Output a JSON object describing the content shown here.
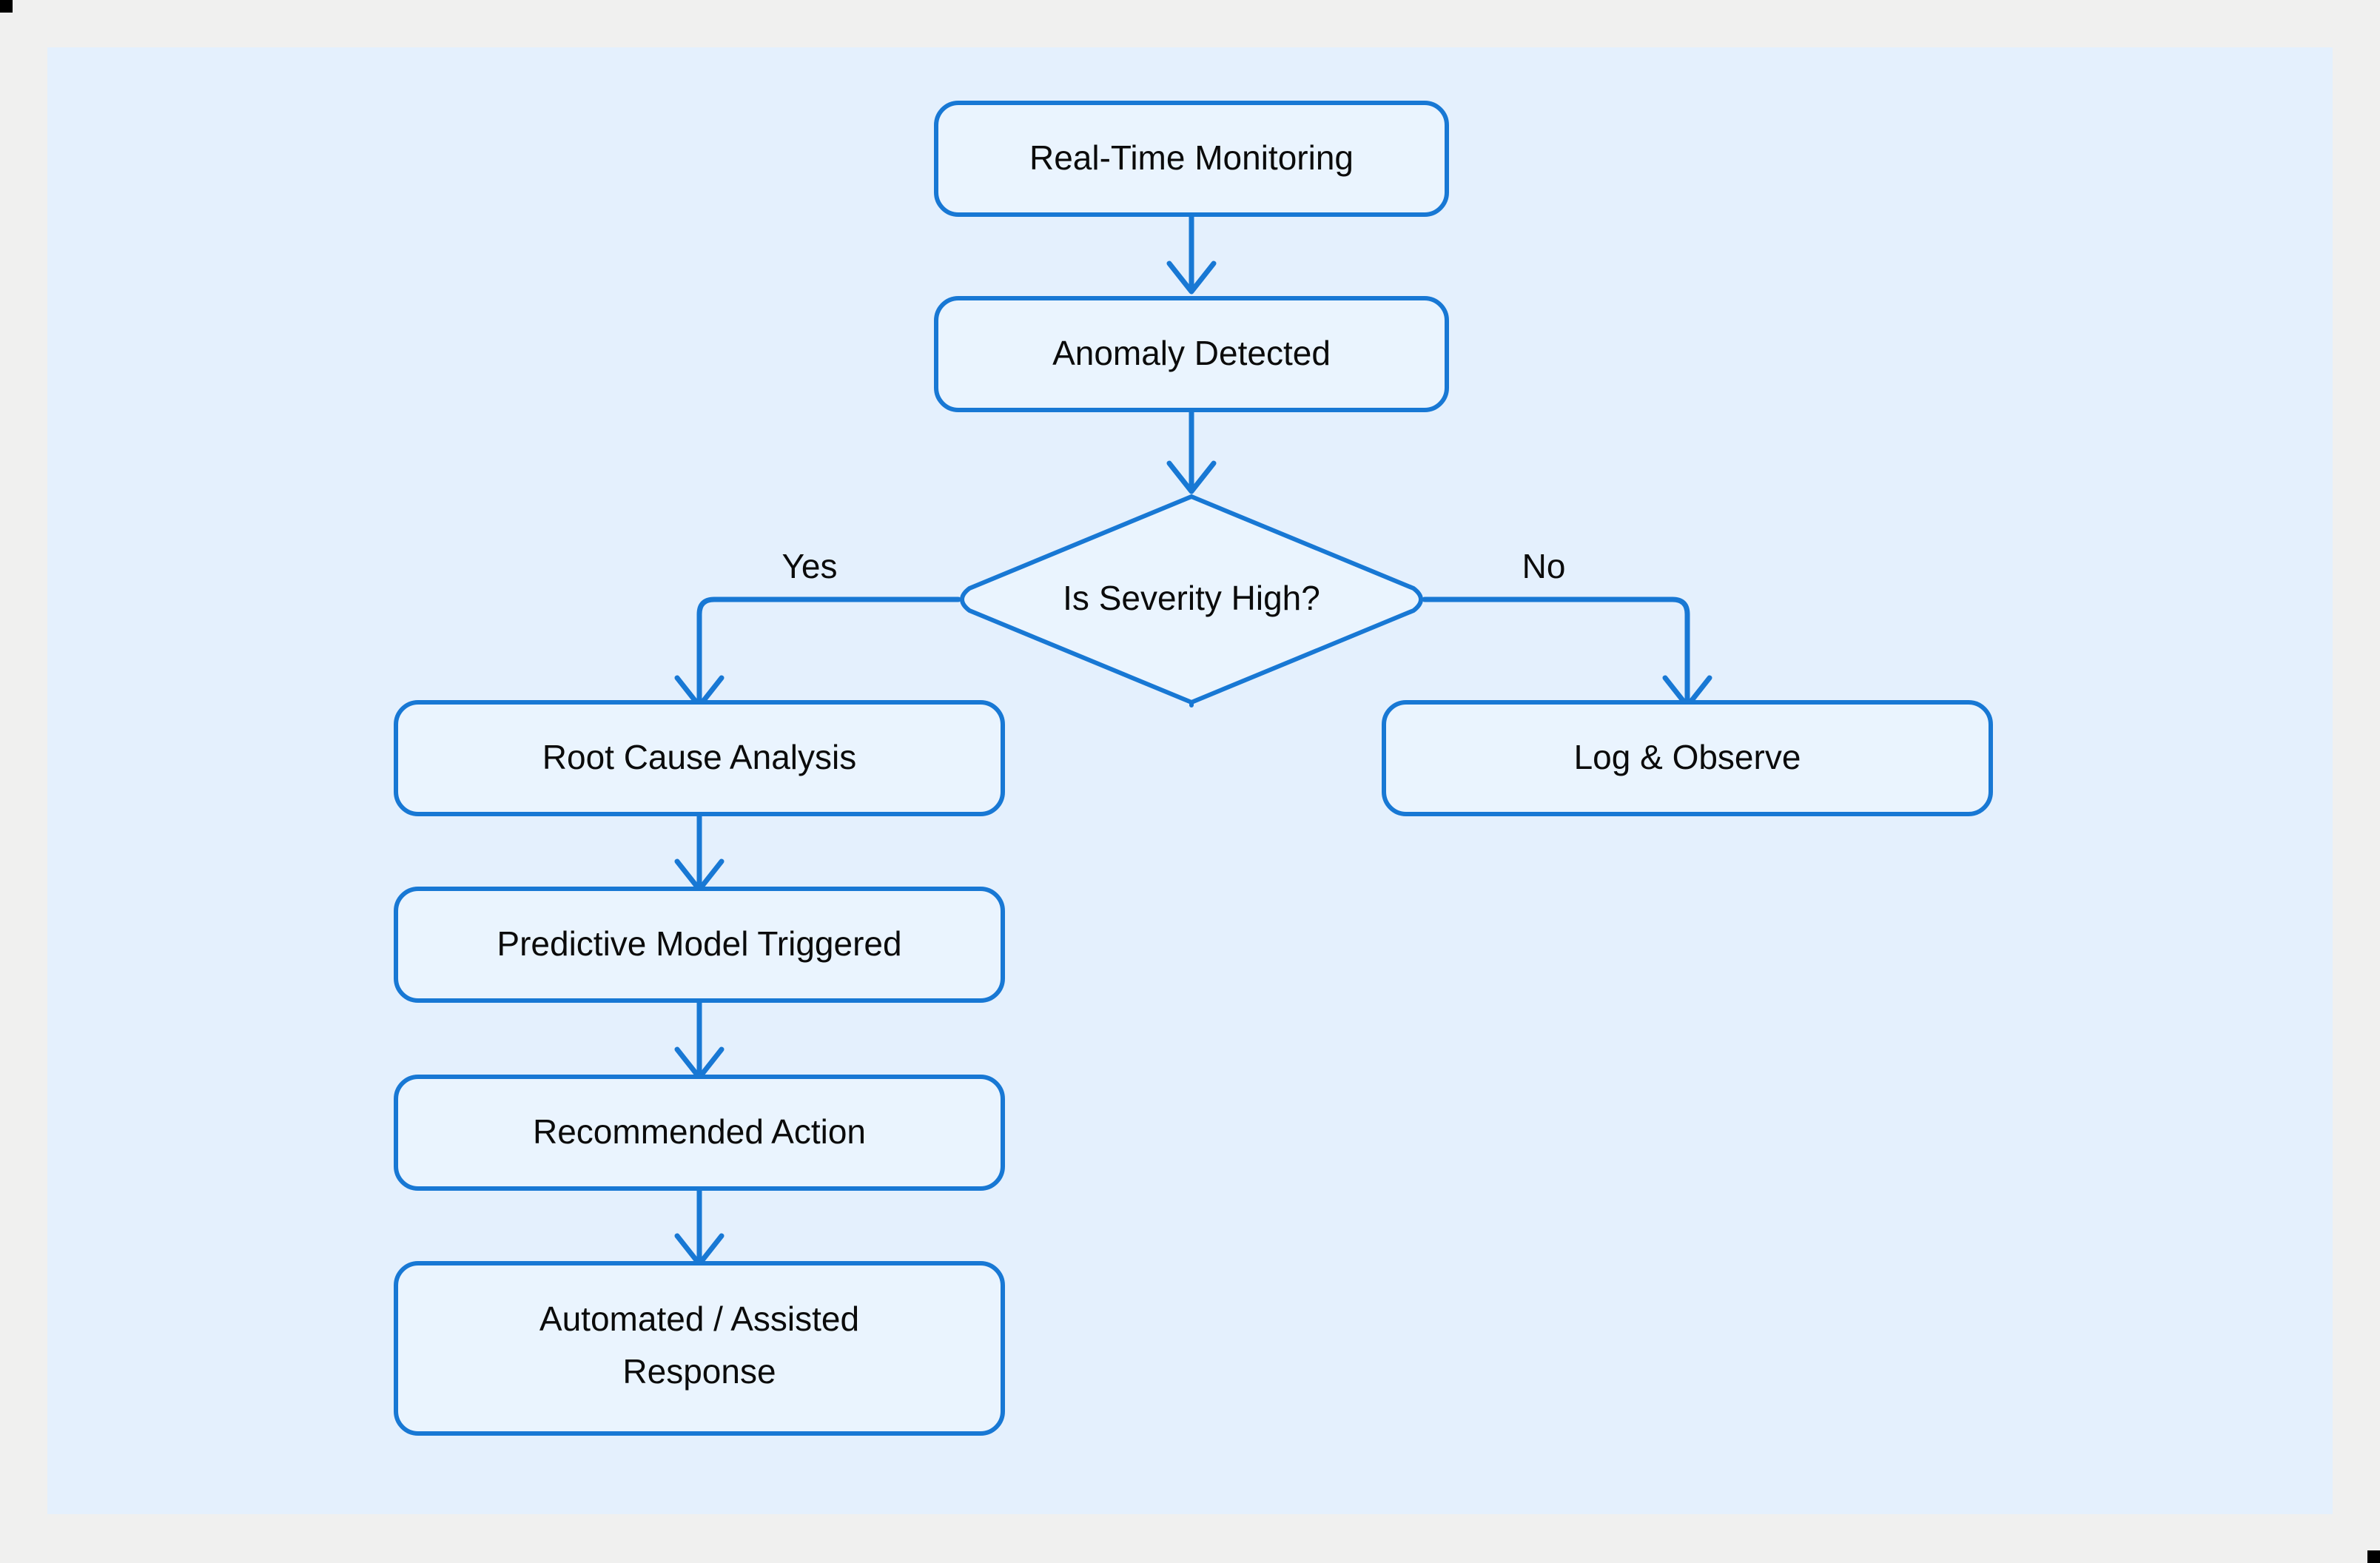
{
  "canvas": {
    "background_color": "#e4f0fd",
    "page_background_color": "#f0f0ef",
    "accent_color": "#1878d4",
    "node_fill_color": "#eaf4fe",
    "text_color": "#0b0b0b"
  },
  "diagram": {
    "type": "flowchart",
    "direction": "top-down",
    "nodes": [
      {
        "id": "n1",
        "label": "Real-Time Monitoring",
        "shape": "rounded-rect"
      },
      {
        "id": "n2",
        "label": "Anomaly Detected",
        "shape": "rounded-rect"
      },
      {
        "id": "n3",
        "label": "Is Severity High?",
        "shape": "diamond"
      },
      {
        "id": "n4",
        "label": "Root Cause Analysis",
        "shape": "rounded-rect"
      },
      {
        "id": "n5",
        "label": "Log & Observe",
        "shape": "rounded-rect"
      },
      {
        "id": "n6",
        "label": "Predictive Model Triggered",
        "shape": "rounded-rect"
      },
      {
        "id": "n7",
        "label": "Recommended Action",
        "shape": "rounded-rect"
      },
      {
        "id": "n8",
        "label_line1": "Automated / Assisted",
        "label_line2": "Response",
        "shape": "rounded-rect"
      }
    ],
    "edges": [
      {
        "from": "n1",
        "to": "n2",
        "label": ""
      },
      {
        "from": "n2",
        "to": "n3",
        "label": ""
      },
      {
        "from": "n3",
        "to": "n4",
        "label": "Yes"
      },
      {
        "from": "n3",
        "to": "n5",
        "label": "No"
      },
      {
        "from": "n4",
        "to": "n6",
        "label": ""
      },
      {
        "from": "n6",
        "to": "n7",
        "label": ""
      },
      {
        "from": "n7",
        "to": "n8",
        "label": ""
      }
    ],
    "edge_labels": {
      "yes": "Yes",
      "no": "No"
    }
  }
}
